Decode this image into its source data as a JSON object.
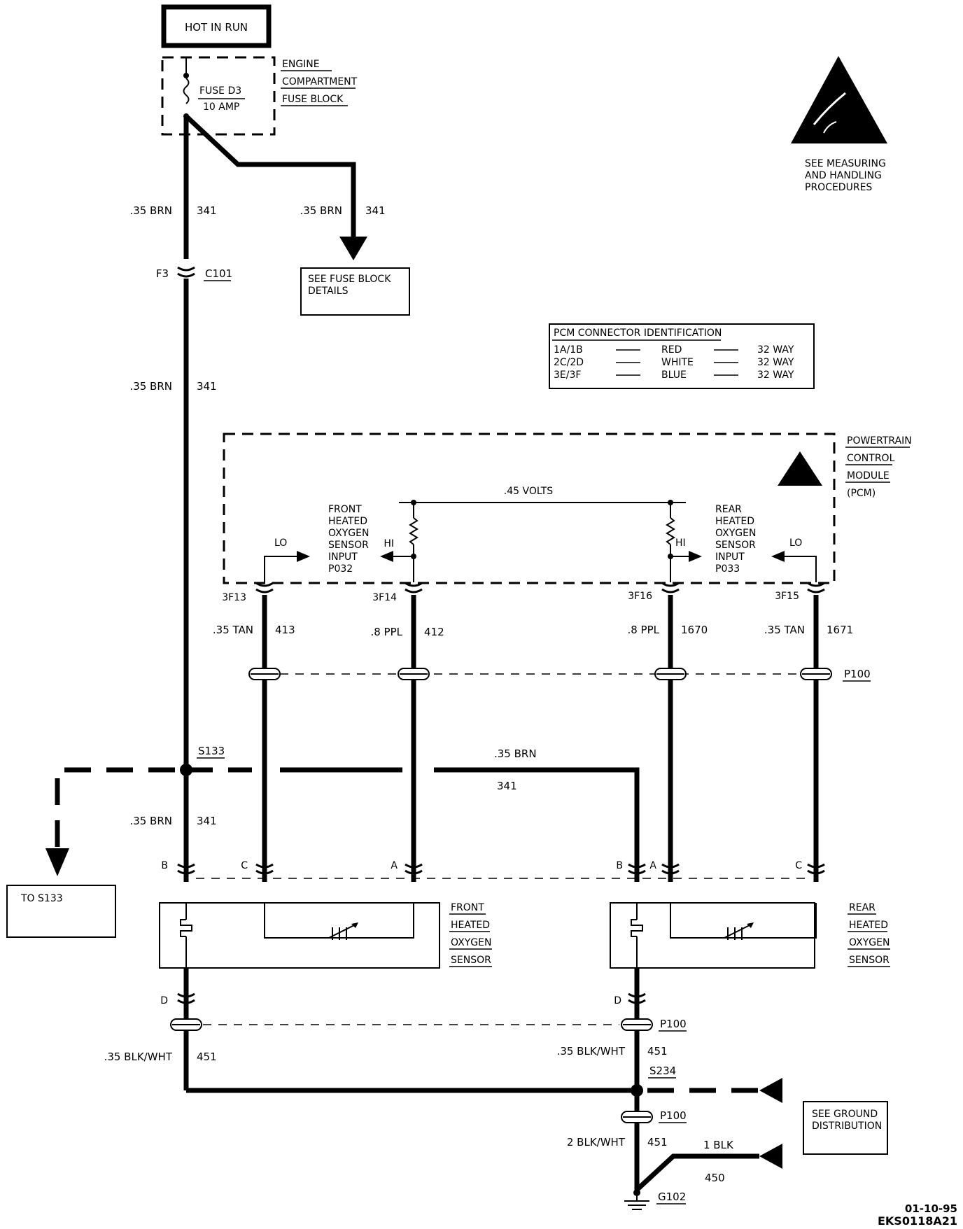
{
  "power": {
    "hot_in_run": "HOT IN RUN",
    "fuse_name": "FUSE D3",
    "fuse_rating": "10 AMP",
    "fuse_block_lines": [
      "ENGINE",
      "COMPARTMENT",
      "FUSE BLOCK"
    ]
  },
  "esd_note": {
    "lines": [
      "SEE MEASURING",
      "AND HANDLING",
      "PROCEDURES"
    ]
  },
  "wires": {
    "brn_gauge": ".35 BRN",
    "brn_circuit": "341",
    "tan_413_gauge": ".35 TAN",
    "tan_413_circuit": "413",
    "ppl_412_gauge": ".8 PPL",
    "ppl_412_circuit": "412",
    "ppl_1670_gauge": ".8 PPL",
    "ppl_1670_circuit": "1670",
    "tan_1671_gauge": ".35 TAN",
    "tan_1671_circuit": "1671",
    "gnd_gauge": ".35 BLK/WHT",
    "gnd_circuit": "451",
    "gnd_main_gauge": "2 BLK/WHT",
    "gnd_main_circuit": "451",
    "blk_gauge": "1 BLK",
    "blk_circuit": "450"
  },
  "connectors": {
    "f3": "F3",
    "c101": "C101",
    "s133": "S133",
    "s234": "S234",
    "p100": "P100",
    "g102": "G102",
    "pin_3f13": "3F13",
    "pin_3f14": "3F14",
    "pin_3f16": "3F16",
    "pin_3f15": "3F15",
    "pin_a": "A",
    "pin_b": "B",
    "pin_c": "C",
    "pin_d": "D"
  },
  "refs": {
    "fuse_block_details": [
      "SEE FUSE BLOCK",
      "DETAILS"
    ],
    "to_s133": "TO S133",
    "ground_distribution": [
      "SEE GROUND",
      "DISTRIBUTION"
    ]
  },
  "pcm_table": {
    "title": "PCM CONNECTOR IDENTIFICATION",
    "rows": [
      {
        "conn": "1A/1B",
        "color": "RED",
        "size": "32 WAY"
      },
      {
        "conn": "2C/2D",
        "color": "WHITE",
        "size": "32 WAY"
      },
      {
        "conn": "3E/3F",
        "color": "BLUE",
        "size": "32 WAY"
      }
    ]
  },
  "pcm": {
    "lines": [
      "POWERTRAIN",
      "CONTROL",
      "MODULE",
      "(PCM)"
    ],
    "volts": ".45 VOLTS",
    "front_input": [
      "FRONT",
      "HEATED",
      "OXYGEN",
      "SENSOR",
      "INPUT",
      "P032"
    ],
    "rear_input": [
      "REAR",
      "HEATED",
      "OXYGEN",
      "SENSOR",
      "INPUT",
      "P033"
    ],
    "lo": "LO",
    "hi": "HI"
  },
  "sensors": {
    "front": [
      "FRONT",
      "HEATED",
      "OXYGEN",
      "SENSOR"
    ],
    "rear": [
      "REAR",
      "HEATED",
      "OXYGEN",
      "SENSOR"
    ]
  },
  "footer": {
    "date": "01-10-95",
    "code": "EKS0118A21"
  }
}
